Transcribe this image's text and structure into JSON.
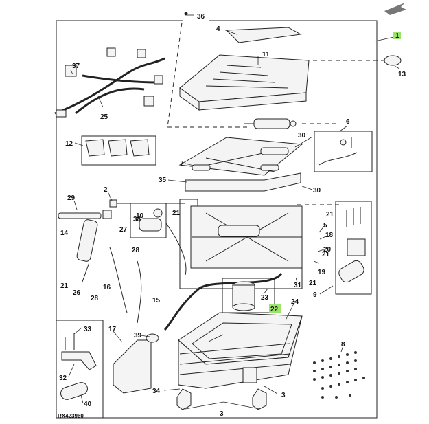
{
  "diagram_code": "RX423960",
  "callouts": {
    "c1": "1",
    "c2": "2",
    "c3a": "3",
    "c3b": "3",
    "c4": "4",
    "c5": "5",
    "c6": "6",
    "c7": "7",
    "c8": "8",
    "c9": "9",
    "c10": "10",
    "c11": "11",
    "c12": "12",
    "c13": "13",
    "c14": "14",
    "c15": "15",
    "c16": "16",
    "c17": "17",
    "c18": "18",
    "c19": "19",
    "c20": "20",
    "c21a": "21",
    "c21b": "21",
    "c21c": "21",
    "c21d": "21",
    "c21e": "21",
    "c22": "22",
    "c23": "23",
    "c24": "24",
    "c25": "25",
    "c26": "26",
    "c27": "27",
    "c28a": "28",
    "c28b": "28",
    "c29": "29",
    "c30a": "30",
    "c30b": "30",
    "c31": "31",
    "c32": "32",
    "c33": "33",
    "c34": "34",
    "c35": "35",
    "c36": "36",
    "c37": "37",
    "c38": "38",
    "c39": "39",
    "c40": "40"
  },
  "highlighted_callouts": [
    "1",
    "22"
  ],
  "colors": {
    "highlight": "#9be36a",
    "line": "#222222",
    "arrow": "#777777"
  },
  "icons": [
    "back-arrow-icon"
  ]
}
